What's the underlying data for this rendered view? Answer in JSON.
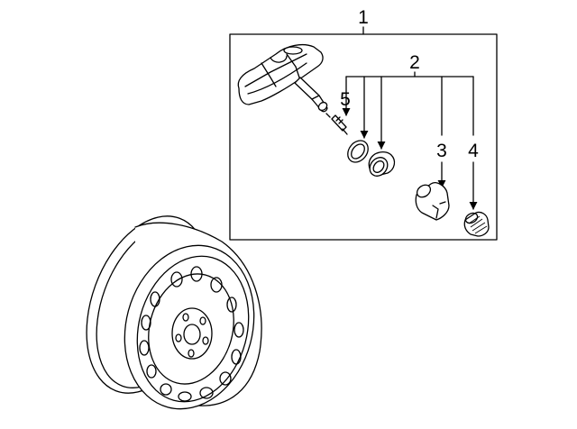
{
  "diagram": {
    "callouts": {
      "c1": "1",
      "c2": "2",
      "c3": "3",
      "c4": "4",
      "c5": "5"
    }
  }
}
